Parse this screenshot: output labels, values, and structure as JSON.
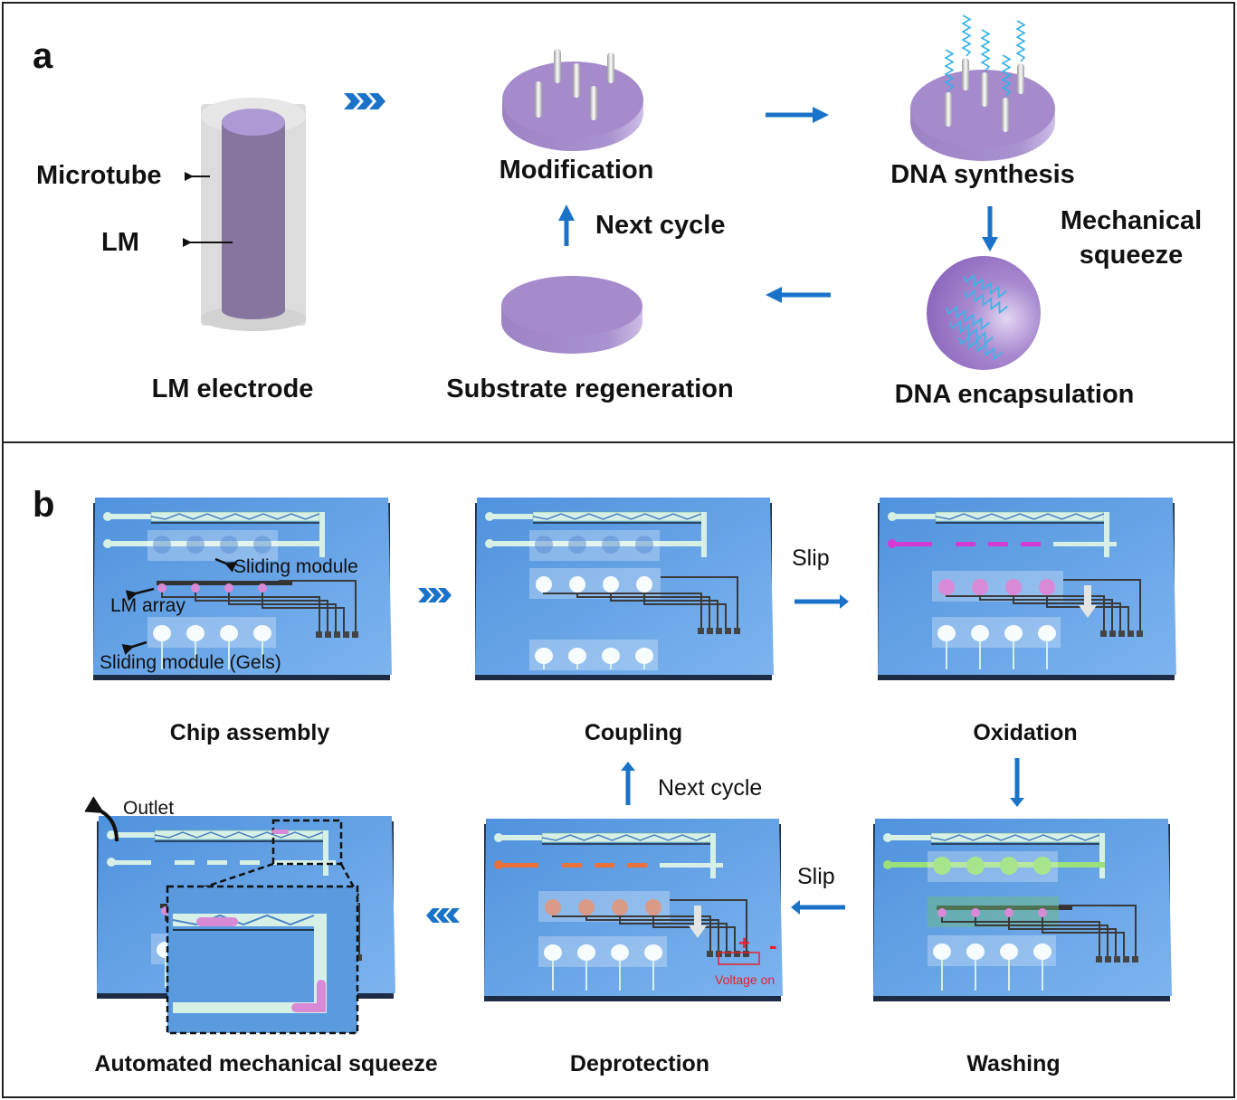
{
  "colors": {
    "arrow": "#1a73c8",
    "substrate": "#a78bc9",
    "lm_core": "#8a76a8",
    "chip": "#5b9be0",
    "channel": "#d7f0e6",
    "wire": "#3a3a3a",
    "pink": "#d98ad6",
    "magenta": "#d43ad4",
    "orange": "#e8703a",
    "salmon": "#d99a88",
    "green": "#9be07a",
    "red": "#e8202a"
  },
  "panel_a": {
    "letter": "a",
    "labels": {
      "microtube": "Microtube",
      "lm": "LM",
      "lm_electrode": "LM electrode",
      "modification": "Modification",
      "dna_synthesis": "DNA synthesis",
      "mechanical_squeeze_1": "Mechanical",
      "mechanical_squeeze_2": "squeeze",
      "dna_encapsulation": "DNA encapsulation",
      "substrate_regeneration": "Substrate regeneration",
      "next_cycle": "Next cycle"
    }
  },
  "panel_b": {
    "letter": "b",
    "steps": {
      "chip_assembly": "Chip assembly",
      "coupling": "Coupling",
      "oxidation": "Oxidation",
      "washing": "Washing",
      "deprotection": "Deprotection",
      "automated_squeeze": "Automated mechanical squeeze"
    },
    "annotations": {
      "sliding_module": "Sliding module",
      "lm_array": "LM array",
      "sliding_module_gels": "Sliding module (Gels)",
      "slip_1": "Slip",
      "slip_2": "Slip",
      "next_cycle": "Next cycle",
      "outlet": "Outlet",
      "voltage_on": "Voltage on",
      "plus": "+",
      "minus": "-"
    }
  }
}
